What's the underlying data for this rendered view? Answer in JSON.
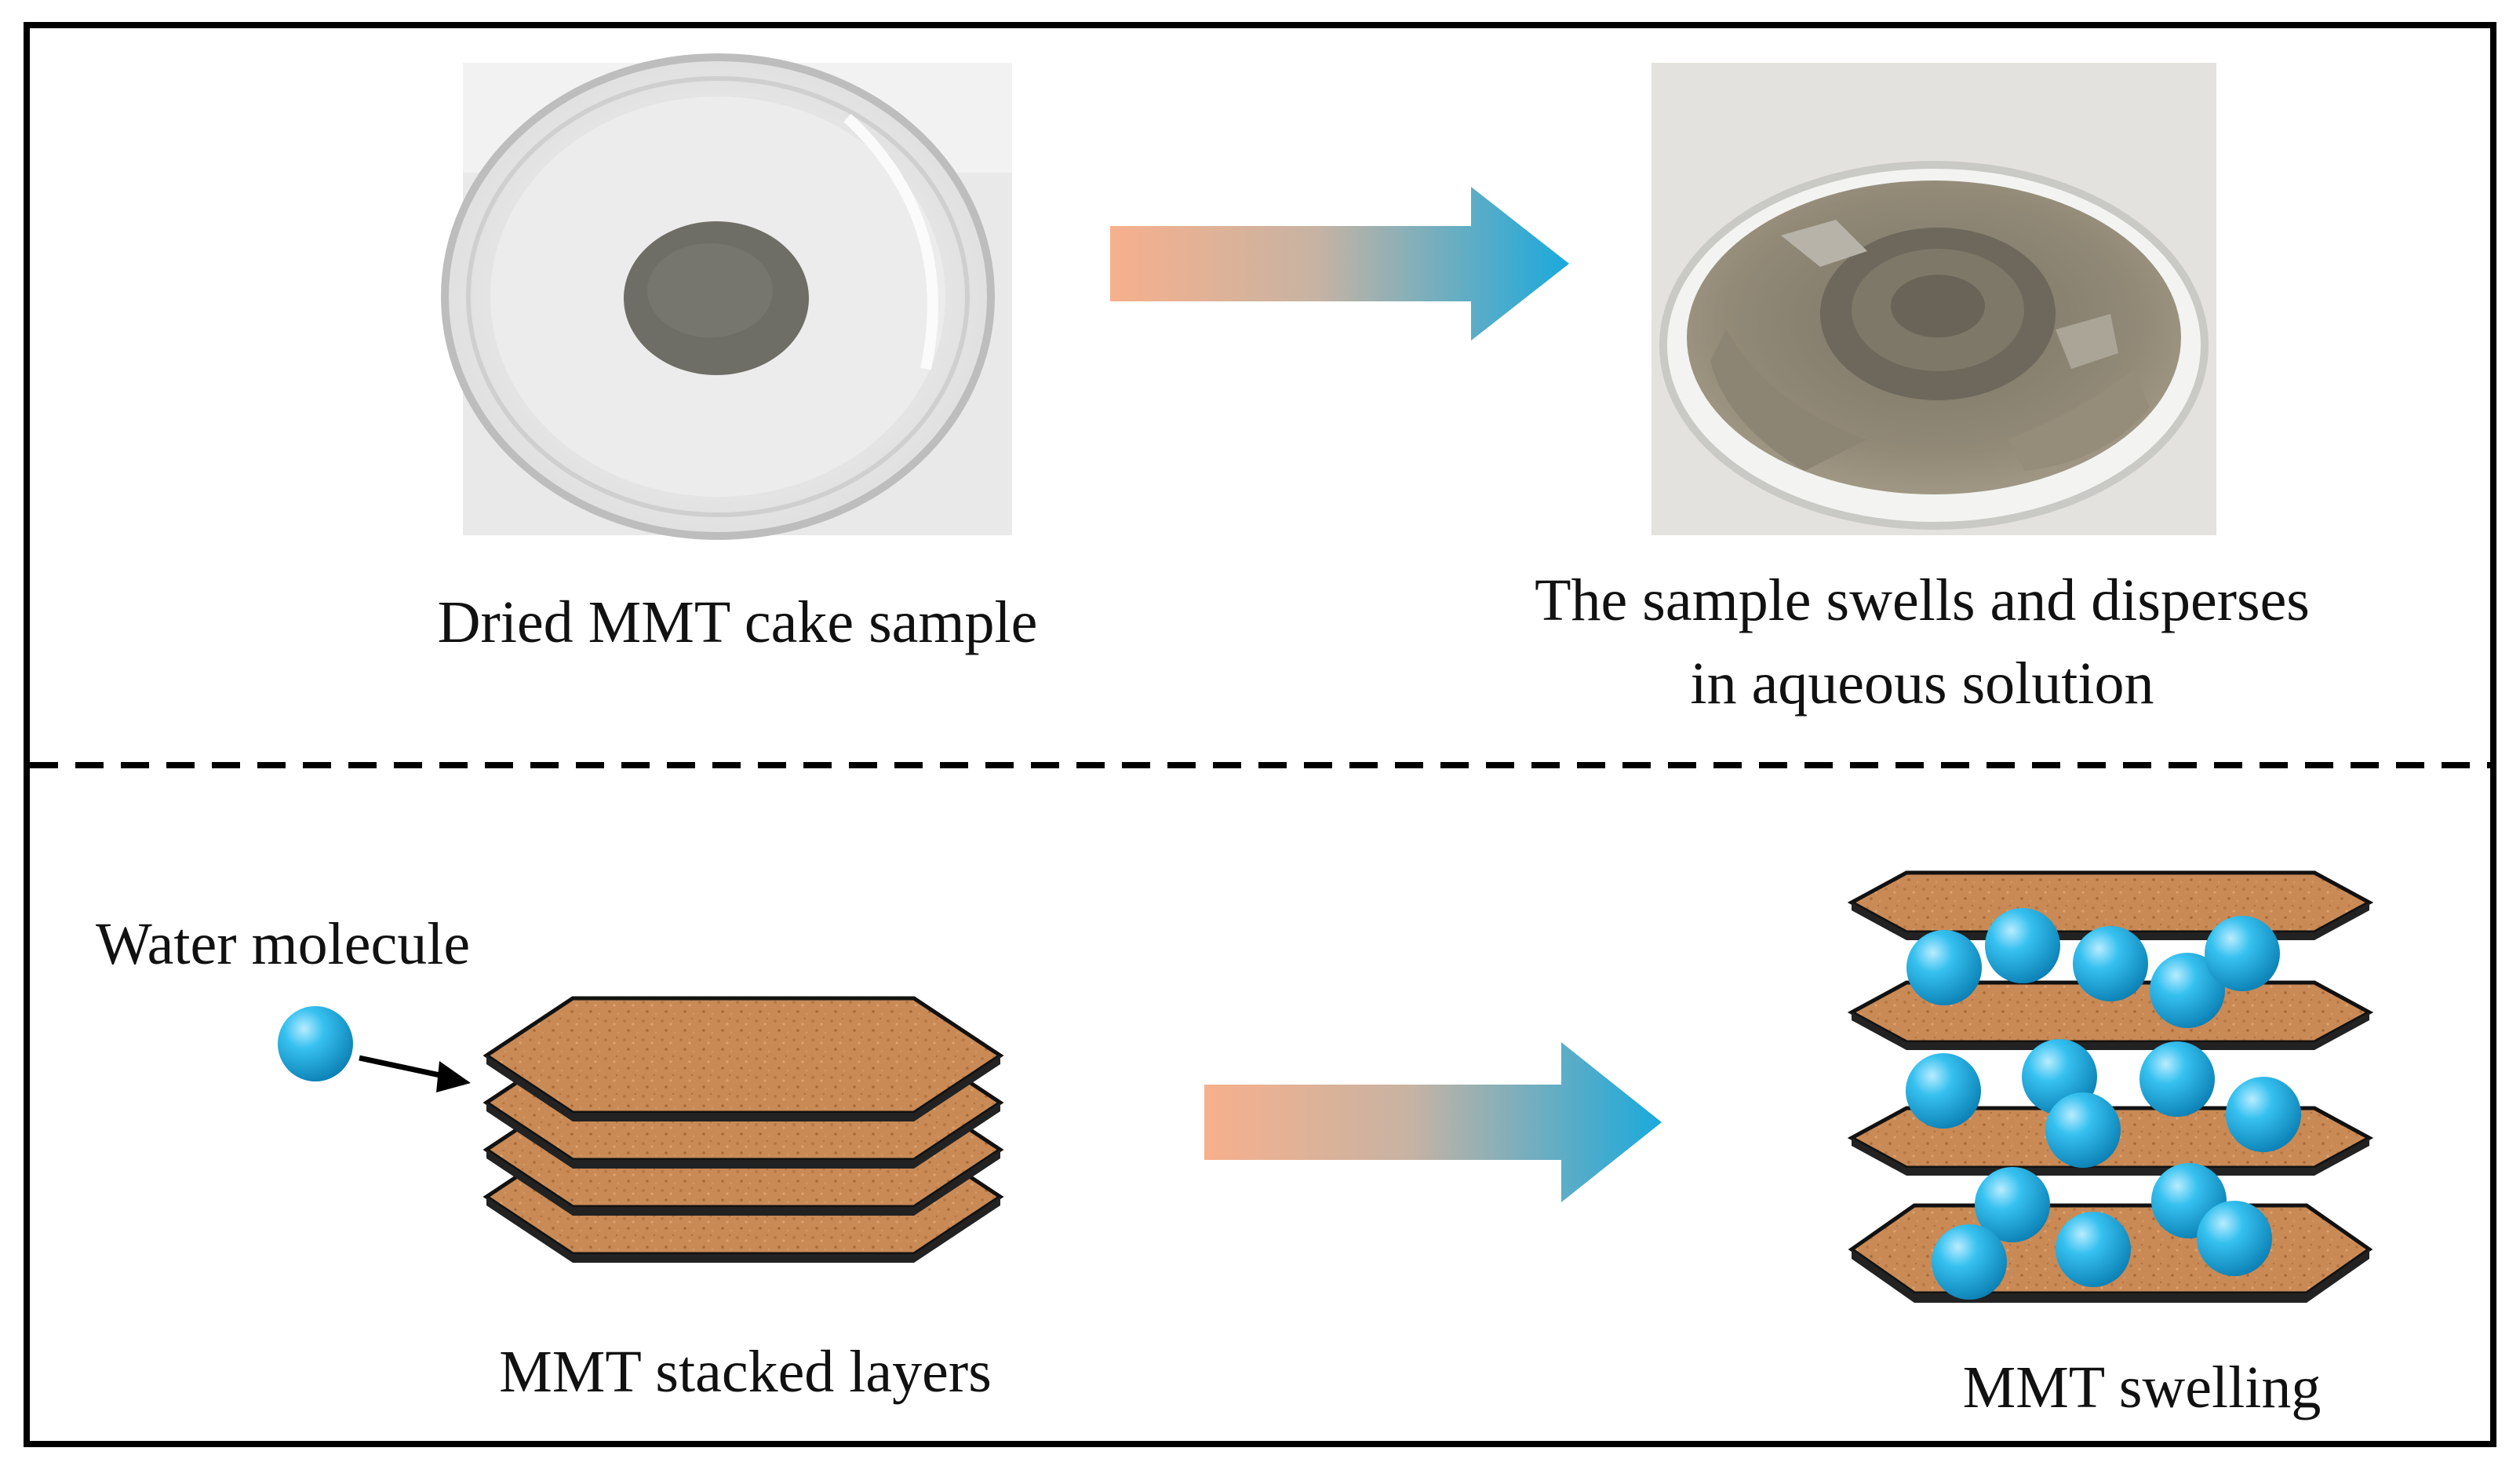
{
  "top_panel": {
    "left_caption": "Dried MMT cake sample",
    "right_caption_line1": "The sample swells and disperses",
    "right_caption_line2": "in aqueous solution"
  },
  "bottom_panel": {
    "water_label": "Water molecule",
    "left_caption": "MMT stacked layers",
    "right_caption": "MMT swelling"
  },
  "colors": {
    "frame": "#000000",
    "arrow_start": "#f7b08c",
    "arrow_end": "#1aa9dc",
    "clay_layer": "#c98a56",
    "molecule": "#22b4e8"
  },
  "icons": [
    "dish-photo-dry",
    "dish-photo-swollen",
    "gradient-arrow",
    "water-molecule",
    "clay-layer"
  ]
}
